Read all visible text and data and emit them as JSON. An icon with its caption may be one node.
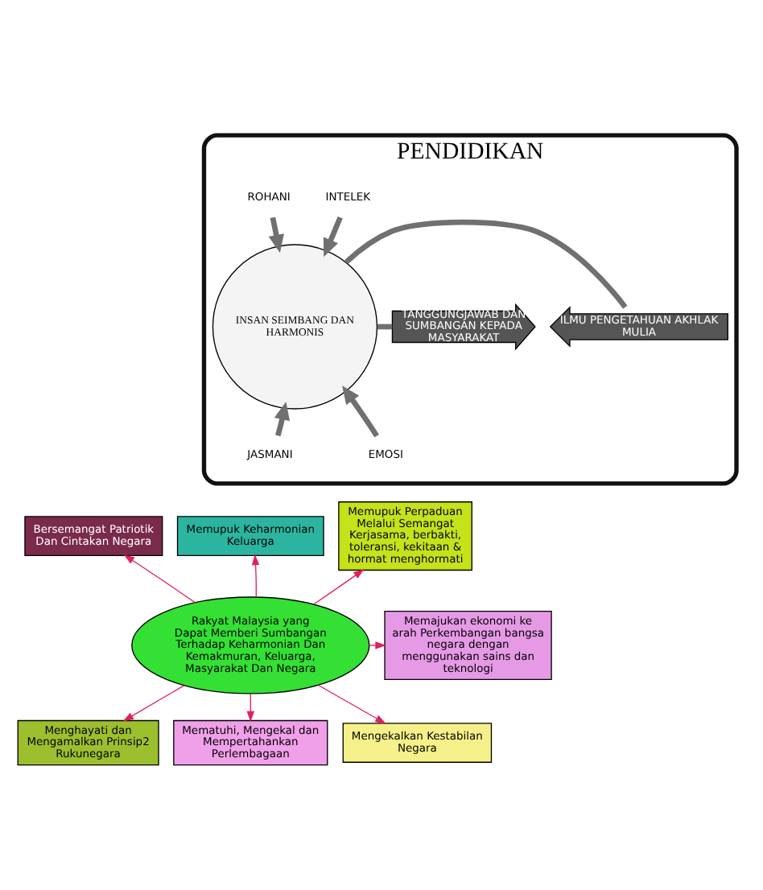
{
  "diagram": {
    "nodes": [
      {
        "text": [
          "PENDIDIKAN"
        ]
      },
      {
        "text": [
          "INSAN SEIMBANG DAN HARMONIS"
        ],
        "in": 0
      },
      {
        "text": [
          "INTELEK"
        ],
        "in": 0
      },
      {
        "text": [
          "ROHANI"
        ],
        "in": 0
      },
      {
        "text": [
          "ILMU PENGETAHUAN AKHLAK MULIA"
        ],
        "in": 0
      },
      {
        "text": [
          "TANGGUNGJAWAB DAN SUMBANGAN KEPADA MASYARAKAT"
        ],
        "in": 0
      },
      {
        "text": [
          "JASMANI"
        ],
        "in": 0
      },
      {
        "text": [
          "EMOSI"
        ],
        "in": 0
      },
      {
        "text": [
          "Memupuk Keharmonian Keluarga"
        ]
      },
      {
        "text": [
          "Memupuk Perpaduan Melalui Semangat Kerjasama, berbakti, toleransi, kekitaan & hormat menghormati"
        ]
      },
      {
        "text": [
          "Bersemangat Patriotik Dan Cintakan Negara"
        ]
      },
      {
        "text": [
          "Rakyat Malaysia yang Dapat Memberi Sumbangan Terhadap Keharmonian Dan Kemakmuran, Keluarga, Masyarakat Dan Negara"
        ]
      },
      {
        "text": [
          "Memajukan ekonomi ke arah Perkembangan bangsa negara dengan menggunakan sains dan teknologi"
        ]
      },
      {
        "text": [
          "Menghayati dan Mengamalkan Prinsip2 Rukunegara"
        ]
      },
      {
        "text": [
          "Mematuhi, Mengekal dan Mempertahankan Perlembagaan"
        ]
      },
      {
        "text": [
          "Mengekalkan Kestabilan Negara"
        ]
      }
    ],
    "edges": [
      {
        "from": 2,
        "to": 1,
        "arrow": "to",
        "style": "thick",
        "color": "#707070"
      },
      {
        "from": 3,
        "to": 1,
        "arrow": "to",
        "style": "thick",
        "color": "#707070"
      },
      {
        "from": 1,
        "to": 4,
        "arrow": "none",
        "style": "thick",
        "color": "#707070"
      },
      {
        "from": 1,
        "to": 5,
        "arrow": "none",
        "style": "thick",
        "color": "#707070"
      },
      {
        "from": 6,
        "to": 1,
        "arrow": "to",
        "style": "thick",
        "color": "#707070"
      },
      {
        "from": 7,
        "to": 1,
        "arrow": "to",
        "style": "thick",
        "color": "#707070"
      },
      {
        "from": 11,
        "to": 8,
        "arrow": "to"
      },
      {
        "from": 11,
        "to": 9,
        "arrow": "to"
      },
      {
        "from": 11,
        "to": 10,
        "arrow": "to"
      },
      {
        "from": 11,
        "to": 12,
        "arrow": "to"
      },
      {
        "from": 11,
        "to": 13,
        "arrow": "to"
      },
      {
        "from": 11,
        "to": 14,
        "arrow": "to"
      },
      {
        "from": 11,
        "to": 15,
        "arrow": "to"
      }
    ]
  }
}
